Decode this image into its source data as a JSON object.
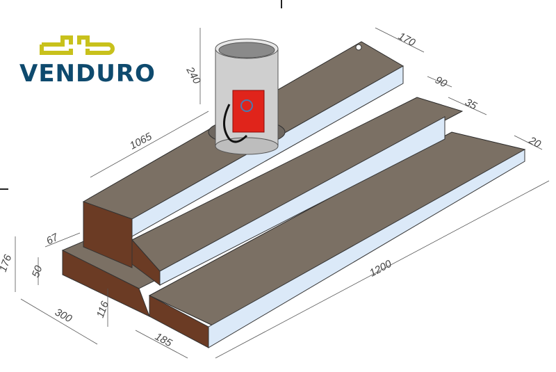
{
  "logo": {
    "text": "VENDURO",
    "mark_color": "#c8c11c",
    "text_color": "#0e4a6e"
  },
  "drawing": {
    "subject": "Isometric view of stepped kitchen hood / plenum with round duct connector and red damper actuator",
    "colors": {
      "body_top": "#7b7064",
      "body_side": "#6b3b24",
      "light_strip": "#dbe9f8",
      "collar": "#c9c9c9",
      "actuator": "#e0241b",
      "dimension_line": "#555555"
    }
  },
  "dimensions": {
    "collar_height": "240",
    "top_length": "1065",
    "top_depth": "170",
    "step_depth": "90",
    "lip_depth": "35",
    "front_edge": "20",
    "overall_length": "1200",
    "overall_height": "176",
    "step_offset": "67",
    "lower_height": "50",
    "base_height": "116",
    "overall_depth": "300",
    "front_depth": "185"
  }
}
